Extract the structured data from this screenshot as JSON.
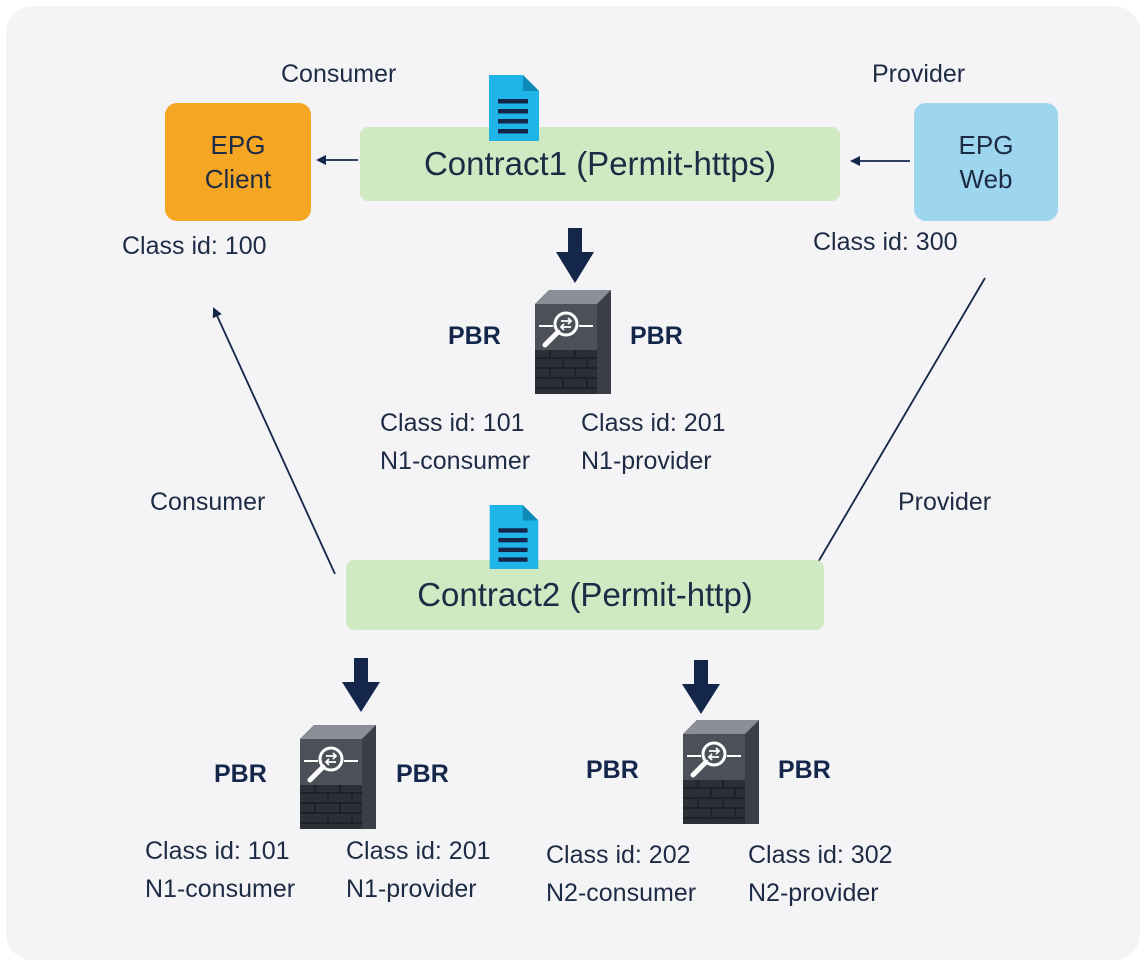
{
  "contract1": {
    "label": "Contract1 (Permit-https)"
  },
  "contract2": {
    "label": "Contract2 (Permit-http)"
  },
  "epg_client": {
    "line1": "EPG",
    "line2": "Client",
    "class_id": "Class id: 100",
    "role": "Consumer"
  },
  "epg_web": {
    "line1": "EPG",
    "line2": "Web",
    "class_id": "Class id: 300",
    "role": "Provider"
  },
  "contract2_roles": {
    "consumer": "Consumer",
    "provider": "Provider"
  },
  "pbr_label": "PBR",
  "node1": {
    "consumer_class": "Class id: 101",
    "provider_class": "Class id: 201",
    "consumer_name": "N1-consumer",
    "provider_name": "N1-provider"
  },
  "node2a": {
    "consumer_class": "Class id: 101",
    "provider_class": "Class id: 201",
    "consumer_name": "N1-consumer",
    "provider_name": "N1-provider"
  },
  "node2b": {
    "consumer_class": "Class id: 202",
    "provider_class": "Class id: 302",
    "consumer_name": "N2-consumer",
    "provider_name": "N2-provider"
  },
  "colors": {
    "epg_client": "#f5a623",
    "epg_web": "#9dd6ee",
    "contract": "#cfe9c2",
    "arrow": "#14264a",
    "doc_icon": "#1fb5e8"
  },
  "icons": [
    "document-icon",
    "firewall-icon",
    "down-arrow-icon"
  ]
}
